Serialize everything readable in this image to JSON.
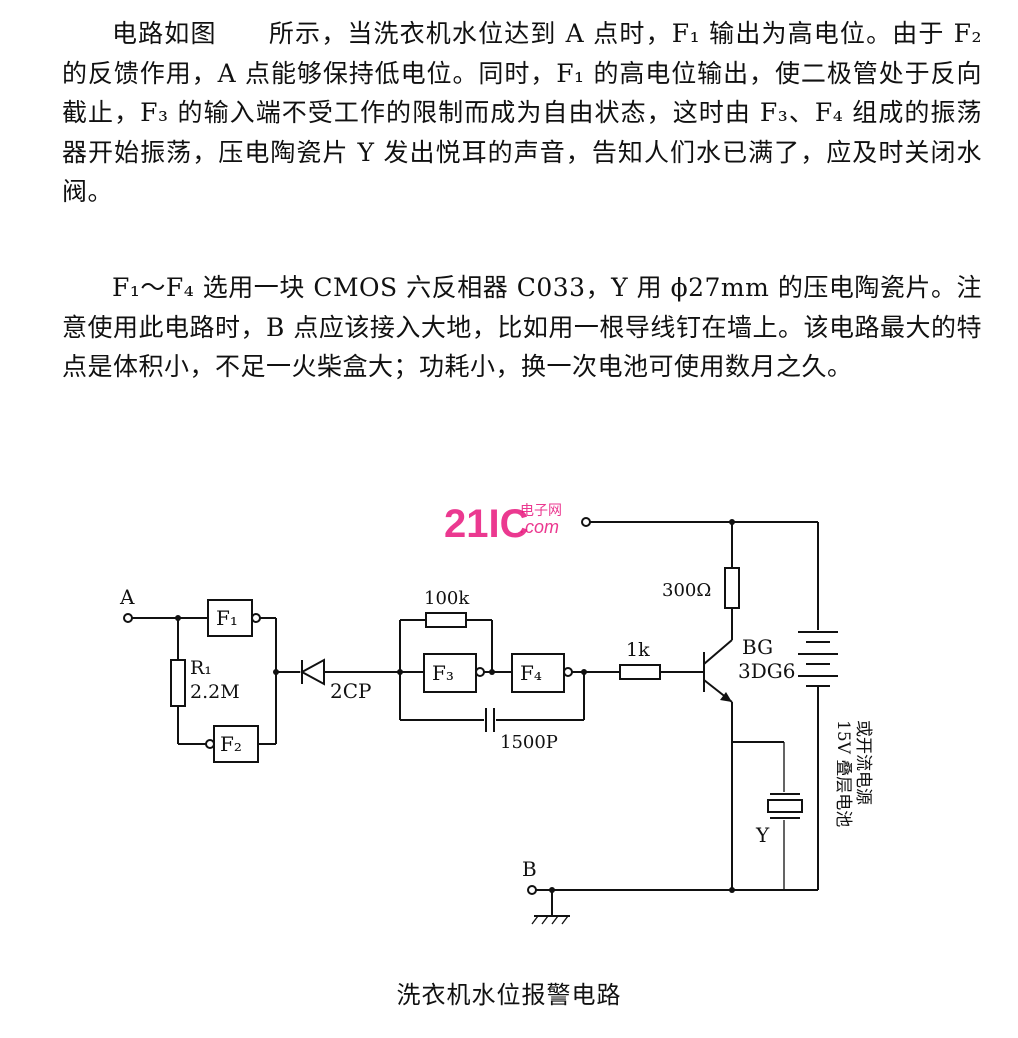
{
  "text": {
    "paragraph1": "电路如图　　所示，当洗衣机水位达到 A 点时，F₁ 输出为高电位。由于 F₂ 的反馈作用，A 点能够保持低电位。同时，F₁ 的高电位输出，使二极管处于反向截止，F₃ 的输入端不受工作的限制而成为自由状态，这时由 F₃、F₄ 组成的振荡器开始振荡，压电陶瓷片 Y 发出悦耳的声音，告知人们水已满了，应及时关闭水阀。",
    "paragraph2": "F₁～F₄ 选用一块 CMOS 六反相器 C033，Y 用 ϕ27mm 的压电陶瓷片。注意使用此电路时，B 点应该接入大地，比如用一根导线钉在墙上。该电路最大的特点是体积小，不足一火柴盒大；功耗小，换一次电池可使用数月之久。"
  },
  "watermark": {
    "brand": "21IC",
    "sub_top": "电子网",
    "sub_bottom": ".com",
    "color": "#e8177d"
  },
  "diagram": {
    "terminal_a": "A",
    "terminal_b": "B",
    "gate_f1": "F₁",
    "gate_f2": "F₂",
    "gate_f3": "F₃",
    "gate_f4": "F₄",
    "r1_name": "R₁",
    "r1_value": "2.2M",
    "diode": "2CP",
    "r_feedback": "100k",
    "capacitor": "1500P",
    "r_base": "1k",
    "r_collector": "300Ω",
    "transistor_name": "BG",
    "transistor_model": "3DG6",
    "buzzer": "Y",
    "battery_line1": "15V 叠层电池",
    "battery_line2": "或开流电源"
  },
  "caption": "洗衣机水位报警电路"
}
